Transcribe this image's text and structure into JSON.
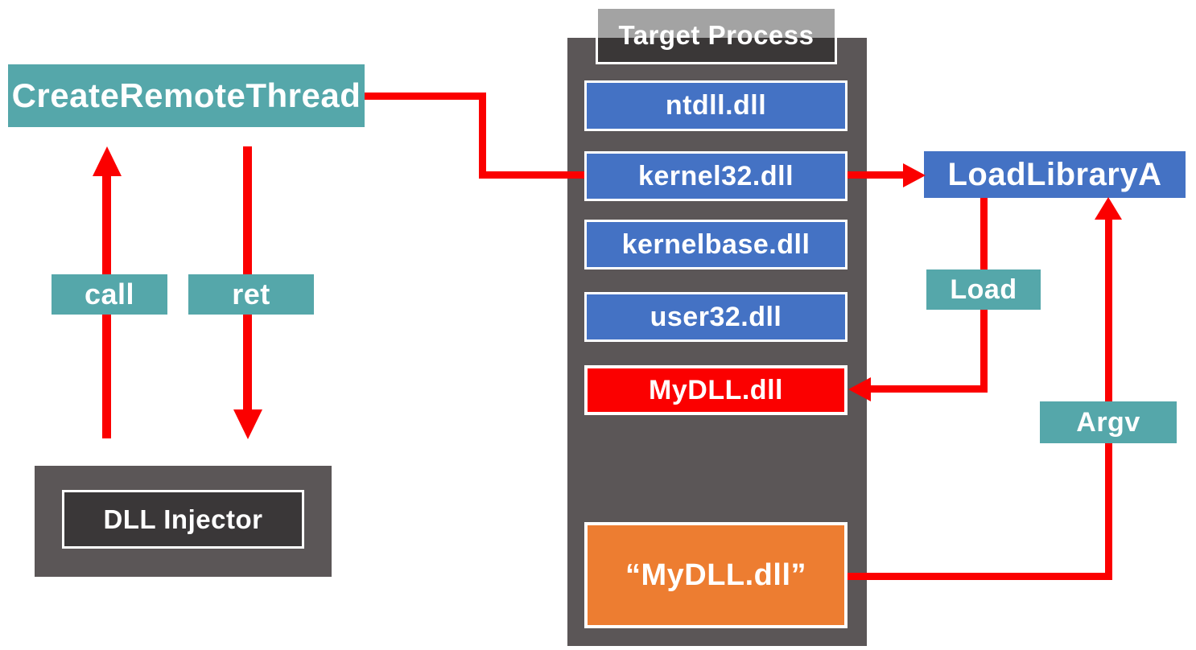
{
  "title": "DLL Injection Diagram",
  "colors": {
    "teal": "#55A7AA",
    "blue": "#4472C4",
    "red": "#FB0000",
    "orange": "#ED7D31",
    "process_gray": "#5B5657",
    "injector_inner_gray": "#3A3738",
    "text": "#FFFFFF"
  },
  "injector": {
    "create_remote_thread_label": "CreateRemoteThread",
    "call_label": "call",
    "ret_label": "ret",
    "dll_injector_label": "DLL Injector"
  },
  "target_process": {
    "title": "Target Process",
    "modules": [
      {
        "name": "ntdll.dll",
        "type": "system"
      },
      {
        "name": "kernel32.dll",
        "type": "system"
      },
      {
        "name": "kernelbase.dll",
        "type": "system"
      },
      {
        "name": "user32.dll",
        "type": "system"
      },
      {
        "name": "MyDLL.dll",
        "type": "injected"
      }
    ],
    "argument_string": "“MyDLL.dll”"
  },
  "api": {
    "load_library_label": "LoadLibraryA",
    "load_label": "Load",
    "argv_label": "Argv"
  },
  "arrows": [
    {
      "name": "call",
      "from": "DLL Injector",
      "to": "CreateRemoteThread"
    },
    {
      "name": "ret",
      "from": "CreateRemoteThread",
      "to": "DLL Injector"
    },
    {
      "name": "create-to-kernel32",
      "from": "CreateRemoteThread",
      "to": "kernel32.dll"
    },
    {
      "name": "kernel32-to-loadlibrary",
      "from": "kernel32.dll",
      "to": "LoadLibraryA"
    },
    {
      "name": "load",
      "from": "LoadLibraryA",
      "to": "MyDLL.dll"
    },
    {
      "name": "argv",
      "from": "“MyDLL.dll”",
      "to": "LoadLibraryA"
    }
  ]
}
